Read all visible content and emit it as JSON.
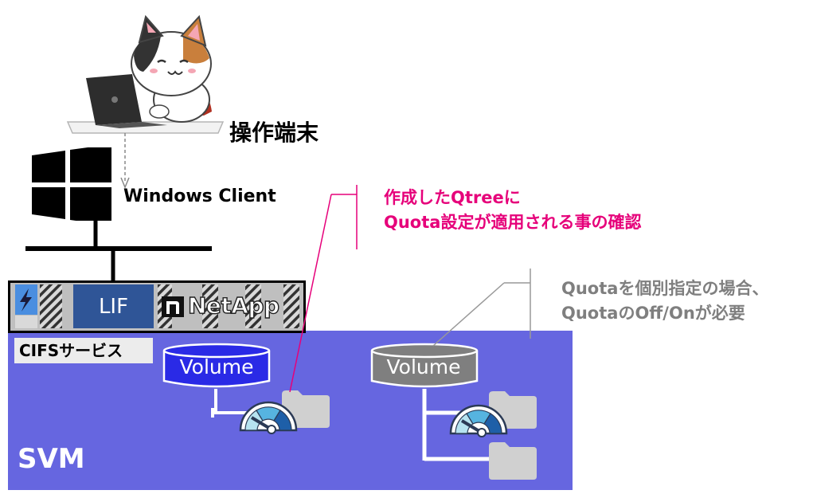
{
  "labels": {
    "terminal": "操作端末",
    "windows_client": "Windows Client",
    "lif": "LIF",
    "netapp": "NetApp",
    "cifs_service": "CIFSサービス",
    "svm": "SVM",
    "volume_1": "Volume",
    "volume_2": "Volume"
  },
  "notes": {
    "pink_line1": "作成したQtreeに",
    "pink_line2": "Quota設定が適用される事の確認",
    "gray_line1": "Quotaを個別指定の場合、",
    "gray_line2": "QuotaのOff/Onが必要"
  },
  "colors": {
    "svm_area": "#6666e0",
    "volume_active": "#2a2ae6",
    "volume_inactive": "#7f7f7f",
    "lif_box": "#2f5597",
    "pink_accent": "#e6007a",
    "gray_accent": "#7f7f7f"
  },
  "icons": [
    "cat-at-laptop-illustration",
    "windows-logo-icon",
    "lightning-icon",
    "gauge-icon",
    "folder-icon"
  ]
}
